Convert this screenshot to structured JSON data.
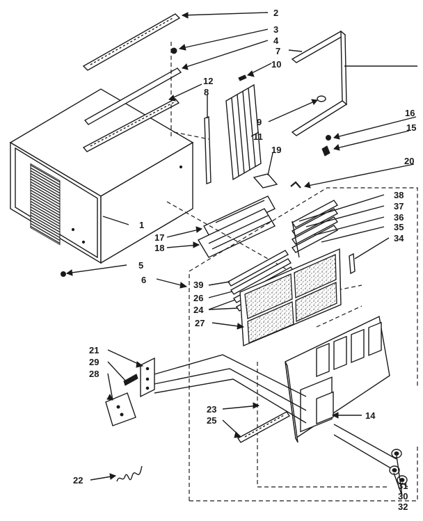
{
  "callouts": {
    "c1": "1",
    "c2": "2",
    "c3": "3",
    "c4": "4",
    "c5": "5",
    "c6": "6",
    "c7": "7",
    "c8": "8",
    "c9": "9",
    "c10": "10",
    "c11": "11",
    "c12": "12",
    "c14": "14",
    "c15": "15",
    "c16": "16",
    "c17": "17",
    "c18": "18",
    "c19": "19",
    "c20": "20",
    "c21": "21",
    "c22": "22",
    "c23": "23",
    "c24": "24",
    "c25": "25",
    "c26": "26",
    "c27": "27",
    "c28": "28",
    "c29": "29",
    "c30": "30",
    "c31": "31",
    "c32": "32",
    "c34": "34",
    "c35": "35",
    "c36": "36",
    "c37": "37",
    "c38": "38",
    "c39": "39"
  },
  "signature": "rvb'"
}
